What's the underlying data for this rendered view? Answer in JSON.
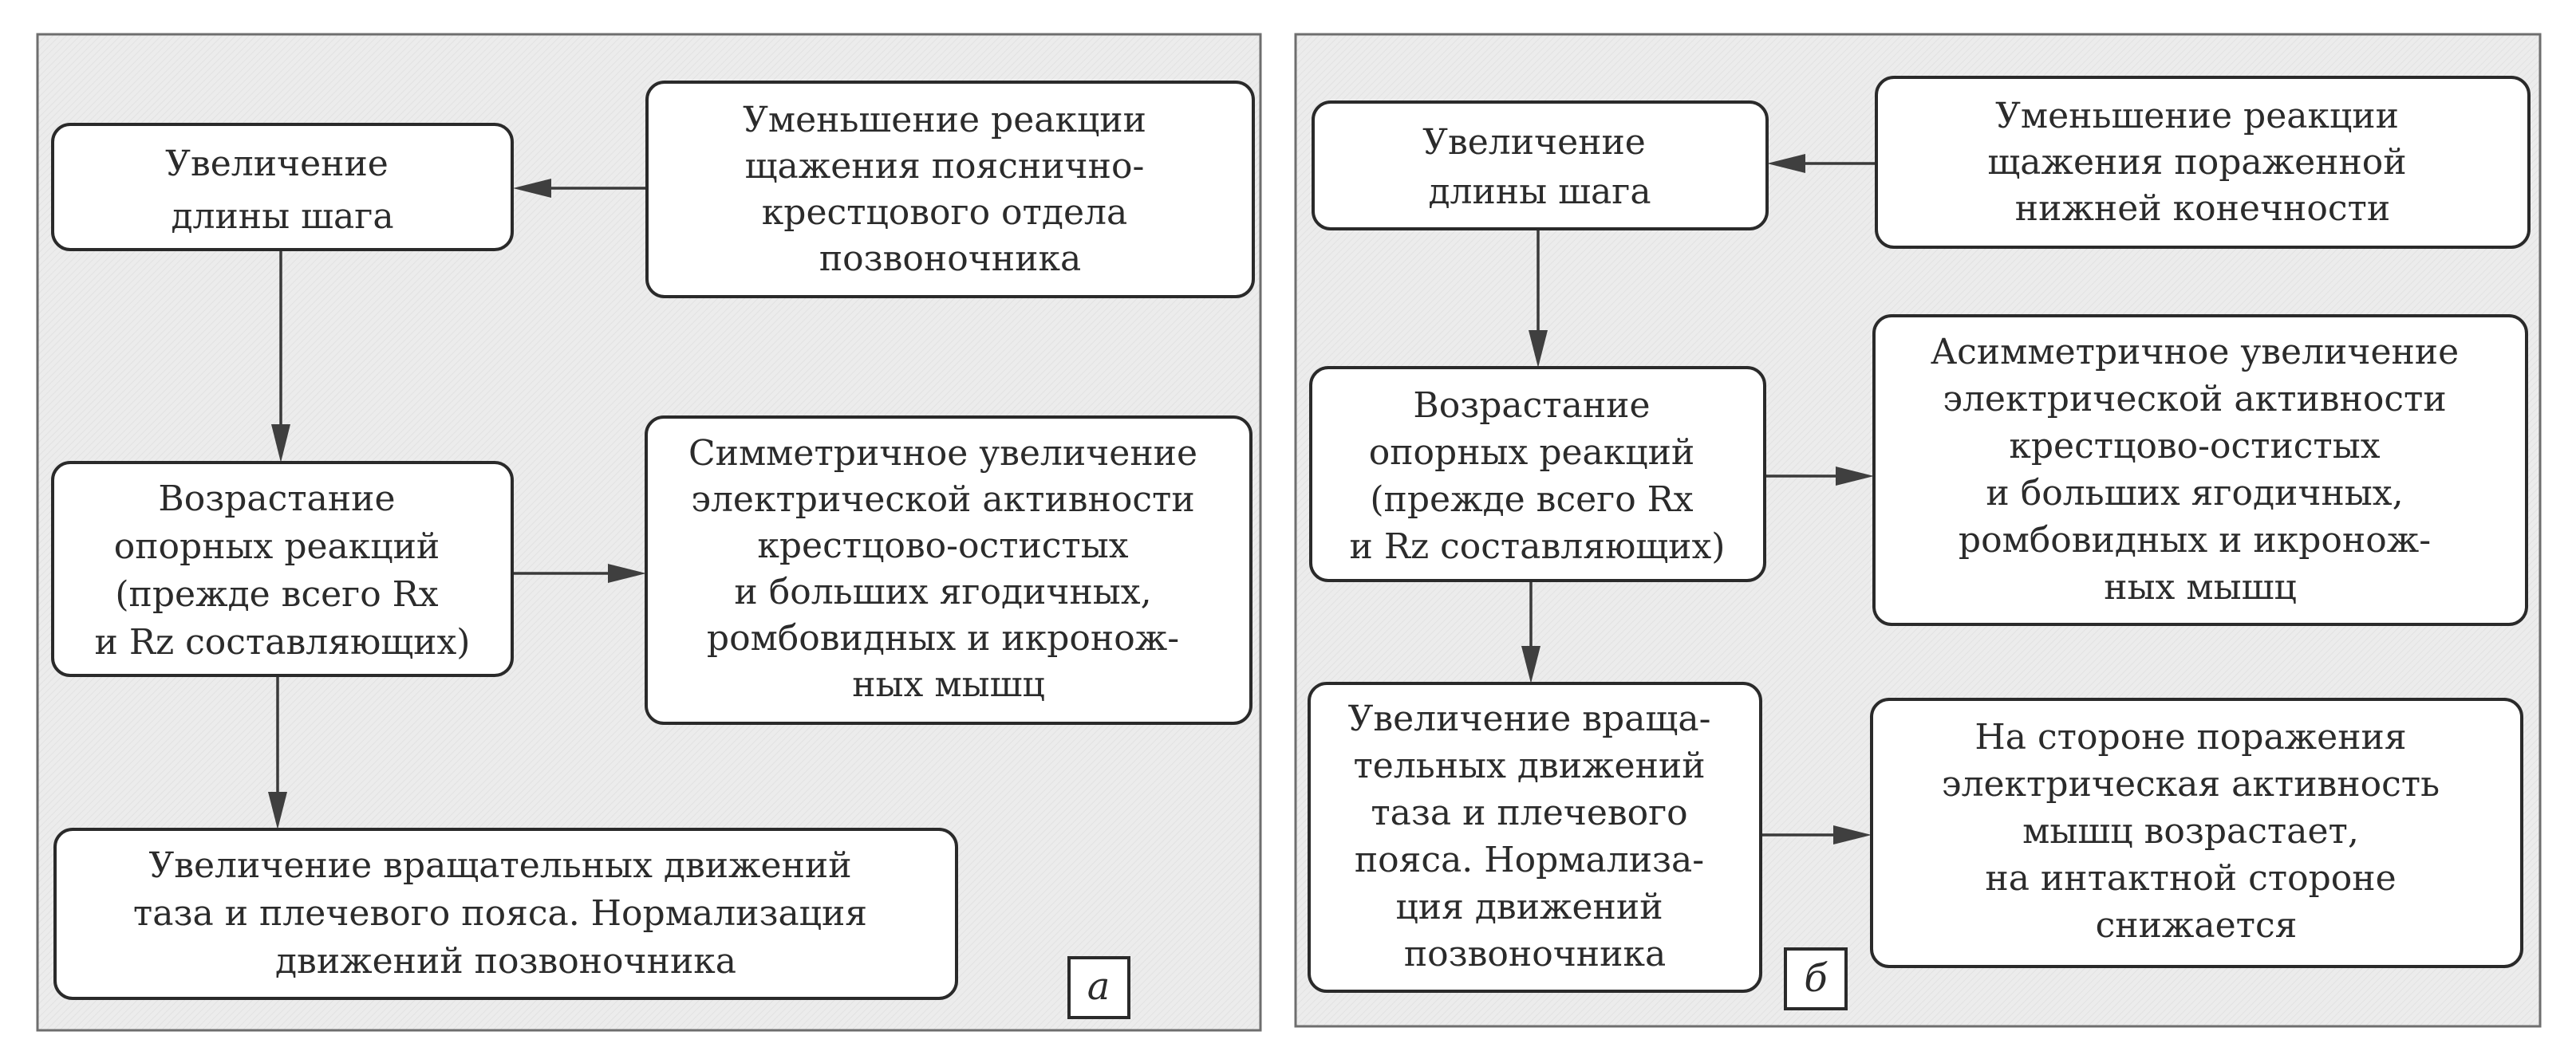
{
  "figure": {
    "panels": [
      {
        "id": "a",
        "label": "а",
        "nodes": [
          {
            "id": "a-step-length",
            "lines": [
              "Увеличение",
              "длины шага"
            ]
          },
          {
            "id": "a-reduced-sparing",
            "lines": [
              "Уменьшение реакции",
              "щажения пояснично-",
              "крестцового отдела",
              "позвоночника"
            ]
          },
          {
            "id": "a-support-reactions",
            "lines": [
              "Возрастание",
              "опорных реакций",
              "(прежде всего Rx",
              "и Rz составляющих)"
            ]
          },
          {
            "id": "a-symmetric-activity",
            "lines": [
              "Симметричное увеличение",
              "электрической активности",
              "крестцово-остистых",
              "и больших ягодичных,",
              "ромбовидных и икронож-",
              "ных мышц"
            ]
          },
          {
            "id": "a-rotation",
            "lines": [
              "Увеличение вращательных движений",
              "таза и плечевого пояса. Нормализация",
              "движений позвоночника"
            ]
          }
        ],
        "edges": [
          {
            "from": "a-reduced-sparing",
            "to": "a-step-length"
          },
          {
            "from": "a-step-length",
            "to": "a-support-reactions"
          },
          {
            "from": "a-support-reactions",
            "to": "a-symmetric-activity"
          },
          {
            "from": "a-support-reactions",
            "to": "a-rotation"
          }
        ]
      },
      {
        "id": "b",
        "label": "б",
        "nodes": [
          {
            "id": "b-step-length",
            "lines": [
              "Увеличение",
              "длины шага"
            ]
          },
          {
            "id": "b-reduced-sparing",
            "lines": [
              "Уменьшение реакции",
              "щажения пораженной",
              "нижней конечности"
            ]
          },
          {
            "id": "b-support-reactions",
            "lines": [
              "Возрастание",
              "опорных реакций",
              "(прежде всего Rx",
              "и Rz составляющих)"
            ]
          },
          {
            "id": "b-asymmetric-activity",
            "lines": [
              "Асимметричное увеличение",
              "электрической активности",
              "крестцово-остистых",
              "и больших ягодичных,",
              "ромбовидных и икронож-",
              "ных мышц"
            ]
          },
          {
            "id": "b-rotation",
            "lines": [
              "Увеличение враща-",
              "тельных движений",
              "таза и плечевого",
              "пояса. Нормализа-",
              "ция движений",
              "позвоночника"
            ]
          },
          {
            "id": "b-side-activity",
            "lines": [
              "На стороне поражения",
              "электрическая активность",
              "мышц возрастает,",
              "на интактной стороне",
              "снижается"
            ]
          }
        ],
        "edges": [
          {
            "from": "b-reduced-sparing",
            "to": "b-step-length"
          },
          {
            "from": "b-step-length",
            "to": "b-support-reactions"
          },
          {
            "from": "b-support-reactions",
            "to": "b-asymmetric-activity"
          },
          {
            "from": "b-support-reactions",
            "to": "b-rotation"
          },
          {
            "from": "b-rotation",
            "to": "b-side-activity"
          }
        ]
      }
    ]
  }
}
